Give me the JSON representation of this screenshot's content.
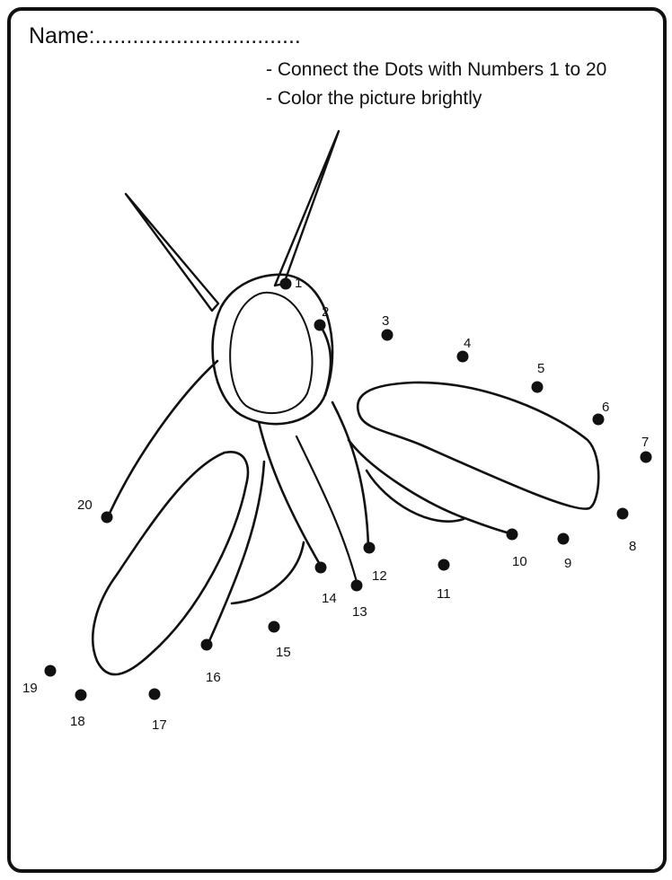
{
  "worksheet": {
    "name_label": "Name:",
    "name_blank": ".................................",
    "instructions": [
      "- Connect the Dots with Numbers 1 to 20",
      "- Color the picture brightly"
    ]
  },
  "dots": [
    {
      "label": "1"
    },
    {
      "label": "2"
    },
    {
      "label": "3"
    },
    {
      "label": "4"
    },
    {
      "label": "5"
    },
    {
      "label": "6"
    },
    {
      "label": "7"
    },
    {
      "label": "8"
    },
    {
      "label": "9"
    },
    {
      "label": "10"
    },
    {
      "label": "11"
    },
    {
      "label": "12"
    },
    {
      "label": "13"
    },
    {
      "label": "14"
    },
    {
      "label": "15"
    },
    {
      "label": "16"
    },
    {
      "label": "17"
    },
    {
      "label": "18"
    },
    {
      "label": "19"
    },
    {
      "label": "20"
    }
  ],
  "colors": {
    "ink": "#111111",
    "paper": "#ffffff"
  }
}
